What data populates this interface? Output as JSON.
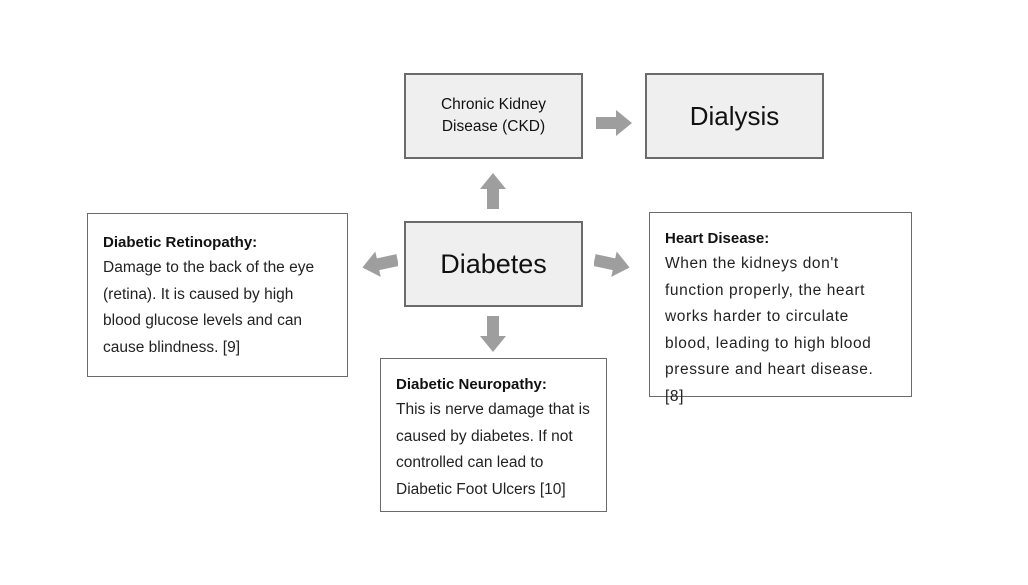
{
  "nodes": {
    "ckd": "Chronic Kidney Disease (CKD)",
    "dialysis": "Dialysis",
    "diabetes": "Diabetes",
    "retinopathy": {
      "title": "Diabetic Retinopathy:",
      "body": "Damage to the back of the eye (retina). It is caused by high blood glucose levels and can cause blindness. [9]"
    },
    "heart": {
      "title": "Heart Disease:",
      "body": "When the kidneys don't function properly, the heart works harder to circulate blood, leading to high blood pressure and heart disease. [8]"
    },
    "neuropathy": {
      "title": "Diabetic Neuropathy:",
      "body": "This is nerve damage that is caused by diabetes. If not controlled can lead to Diabetic Foot Ulcers [10]"
    }
  },
  "colors": {
    "primary_fill": "#efefef",
    "border": "#6b6b6b",
    "arrow": "#9e9e9e"
  }
}
